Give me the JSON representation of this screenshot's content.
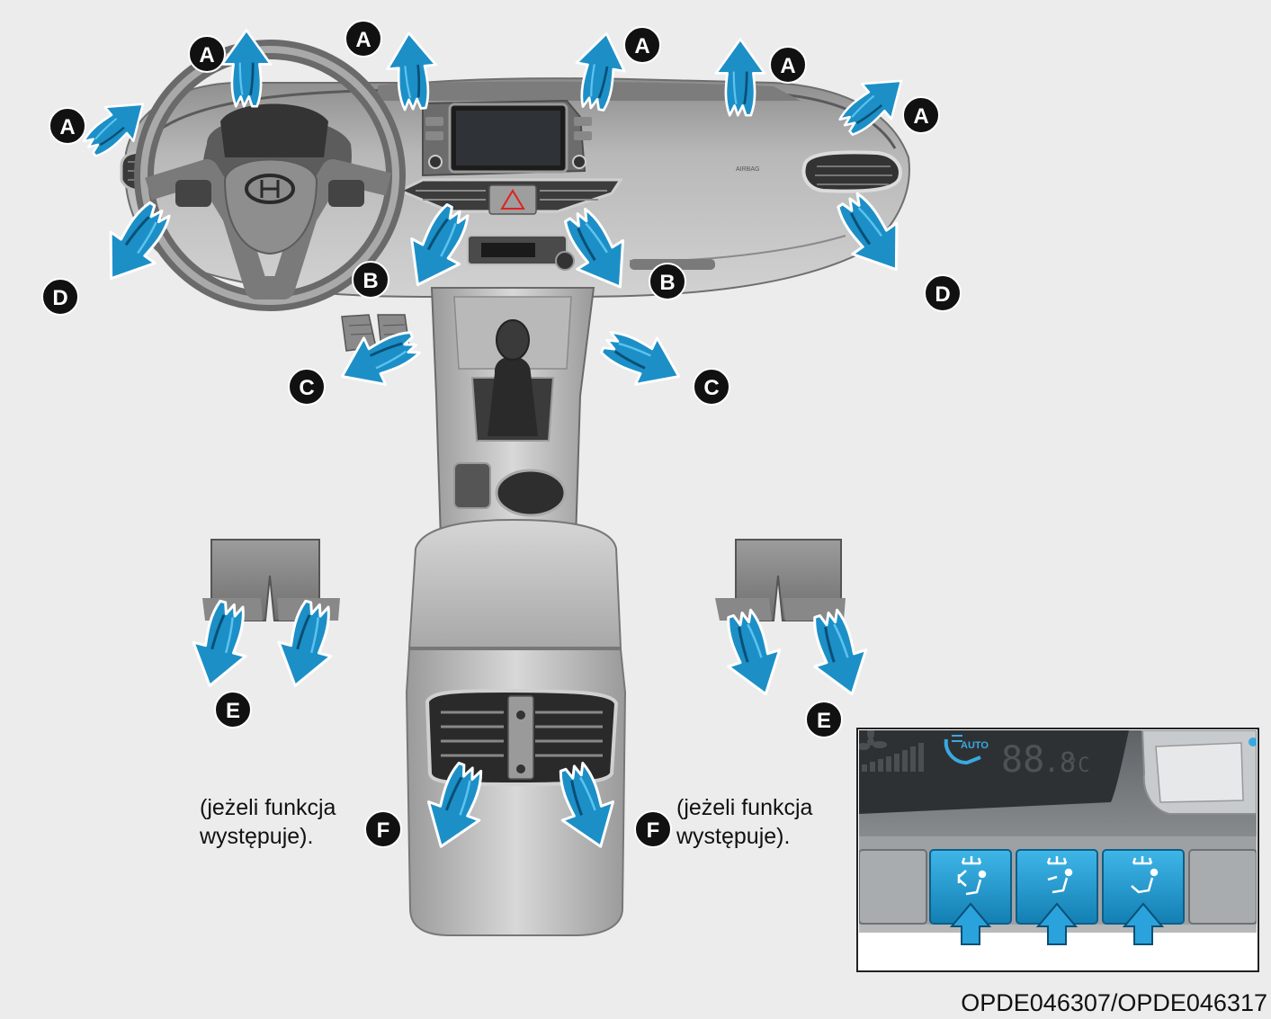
{
  "labels": {
    "a": "A",
    "b": "B",
    "c": "C",
    "d": "D",
    "e": "E",
    "f": "F"
  },
  "notes": {
    "left_line1": "(jeżeli funkcja",
    "left_line2": "występuje).",
    "right_line1": "(jeżeli funkcja",
    "right_line2": "występuje)."
  },
  "inset": {
    "display_digits": "88",
    "display_decimal": ".8",
    "display_unit": "°C",
    "auto_label": "AUTO",
    "steering_badge": "AIRBAG"
  },
  "caption": "OPDE046307/OPDE046317",
  "colors": {
    "airflow_arrow": "#1c8fc7",
    "airflow_arrow_dark": "#0a4f75",
    "label_circle": "#111111",
    "inset_button": "#1e9ed6"
  },
  "icons": [
    "airflow-arrow",
    "fan-icon",
    "mode-face-icon",
    "mode-floor-icon",
    "mode-defrost-icon",
    "push-arrow-icon"
  ]
}
